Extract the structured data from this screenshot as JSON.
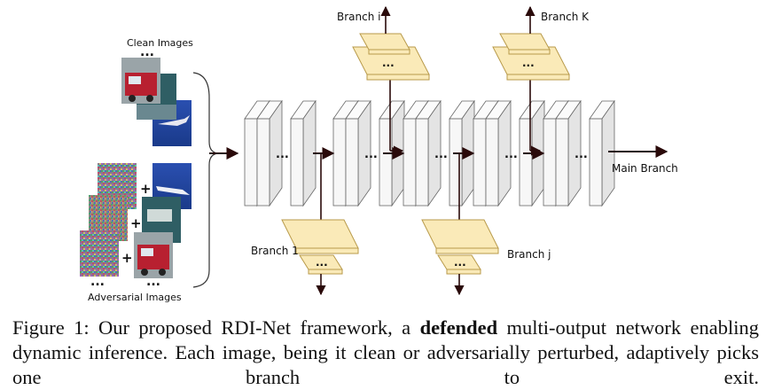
{
  "diagram": {
    "inputs": {
      "clean_label": "Clean Images",
      "adversarial_label": "Adversarial Images",
      "ellipsis": "...",
      "plus": "+"
    },
    "network": {
      "ellipsis": "...",
      "main_branch": "Main Branch",
      "branch_1": "Branch 1",
      "branch_i": "Branch i",
      "branch_j": "Branch j",
      "branch_k": "Branch K"
    }
  },
  "caption": {
    "before_bold": "Figure 1: Our proposed RDI-Net framework, a ",
    "bold": "defended",
    "after_bold": " multi-output network enabling dynamic inference. Each image, being it clean or adversarially perturbed, adaptively picks one branch to exit."
  },
  "colors": {
    "branch_fill": "#faeab8",
    "branch_stroke": "#b89a4a",
    "arrow": "#2a0a0a",
    "layer_fill": "#f7f7f7"
  }
}
